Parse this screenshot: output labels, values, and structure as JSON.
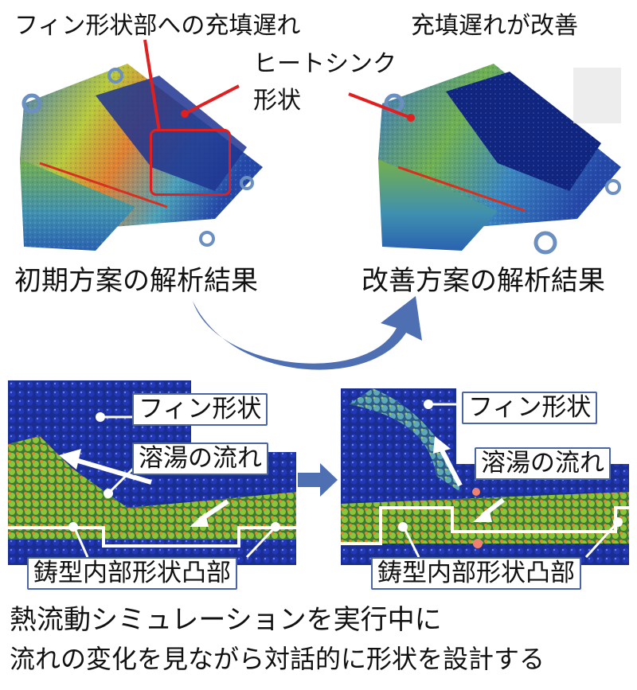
{
  "top": {
    "annotation_delay": "フィン形状部への充填遅れ",
    "annotation_improved": "充填遅れが改善",
    "annotation_heatsink_1": "ヒートシンク",
    "annotation_heatsink_2": "形状",
    "caption_initial": "初期方案の解析結果",
    "caption_improved": "改善方案の解析結果"
  },
  "bottom": {
    "left": {
      "label_fin": "フィン形状",
      "label_flow": "溶湯の流れ",
      "label_convex": "鋳型内部形状凸部"
    },
    "right": {
      "label_fin": "フィン形状",
      "label_flow": "溶湯の流れ",
      "label_convex": "鋳型内部形状凸部"
    }
  },
  "footer": {
    "line1": "熱流動シミュレーションを実行中に",
    "line2": "流れの変化を見ながら対話的に形状を設計する"
  },
  "colors": {
    "box_border": "#4a64a8",
    "highlight_red": "#e02020",
    "arrow_blue": "#4f6fb3",
    "sim_blue": "#1a2f9a",
    "sim_green": "#7fb83a",
    "sim_orange": "#e07a2a"
  }
}
